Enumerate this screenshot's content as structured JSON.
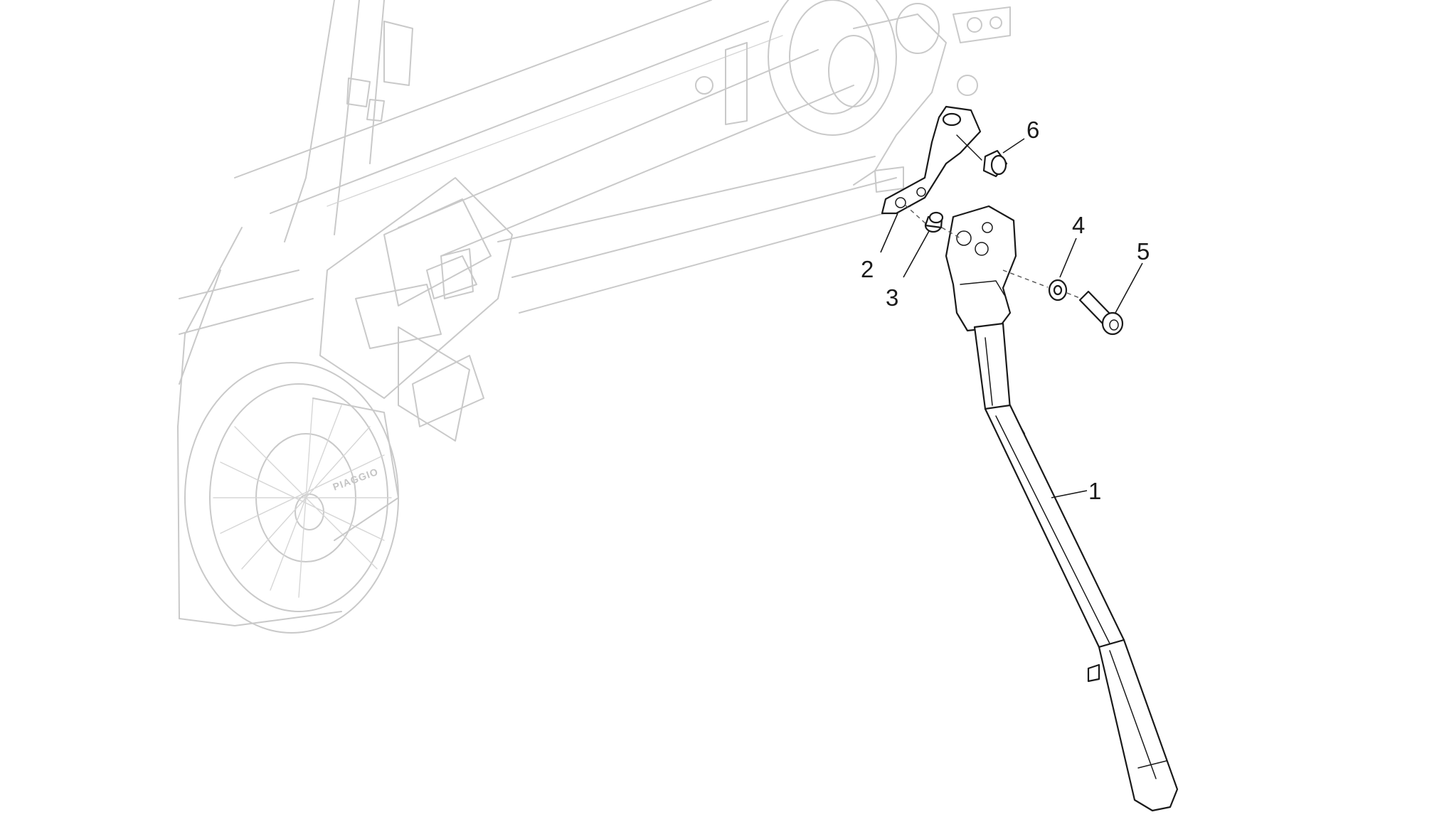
{
  "diagram": {
    "callouts": [
      {
        "id": "1",
        "label": "1"
      },
      {
        "id": "2",
        "label": "2"
      },
      {
        "id": "3",
        "label": "3"
      },
      {
        "id": "4",
        "label": "4"
      },
      {
        "id": "5",
        "label": "5"
      },
      {
        "id": "6",
        "label": "6"
      }
    ],
    "brand_text": "PIAGGIO"
  },
  "colors": {
    "ink": "#1a1a1a",
    "ghost": "#c9c9c9",
    "background": "#ffffff"
  }
}
